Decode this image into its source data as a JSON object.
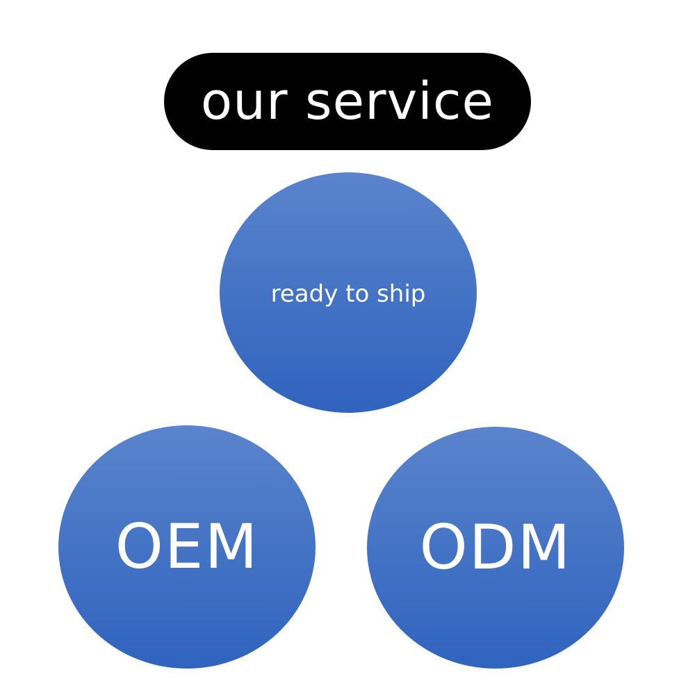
{
  "title": {
    "text": "our service",
    "background": "#000000",
    "color": "#ffffff"
  },
  "services": {
    "top": {
      "label": "ready to ship"
    },
    "left": {
      "label": "OEM"
    },
    "right": {
      "label": "ODM"
    }
  },
  "colors": {
    "circle_top": "#5a84cc",
    "circle_bottom": "#2f63be",
    "circle_text": "#ffffff",
    "page_background": "#ffffff"
  }
}
